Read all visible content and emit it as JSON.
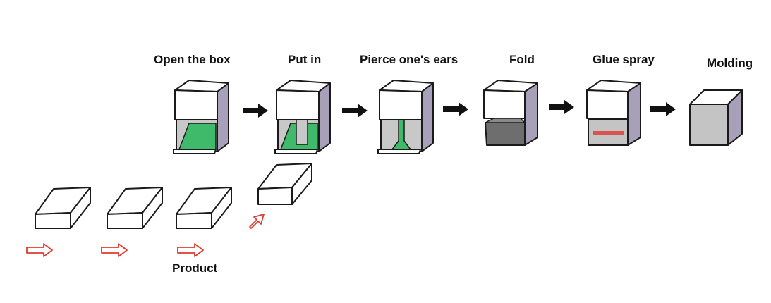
{
  "steps": [
    {
      "label": "Open the box"
    },
    {
      "label": "Put in"
    },
    {
      "label": "Pierce one's ears"
    },
    {
      "label": "Fold"
    },
    {
      "label": "Glue spray"
    },
    {
      "label": "Molding"
    }
  ],
  "product_label": "Product",
  "colors": {
    "box_face": "#ffffff",
    "box_side": "#a8a0b8",
    "box_inner": "#c8c8c8",
    "green": "#3fb96a",
    "fold_dark": "#6e6e6e",
    "glue": "#d9534f",
    "molded_face": "#c4c4c4",
    "flow_arrow": "#111111",
    "product_arrow": "#e03a2f",
    "outline": "#1a1a1a"
  }
}
